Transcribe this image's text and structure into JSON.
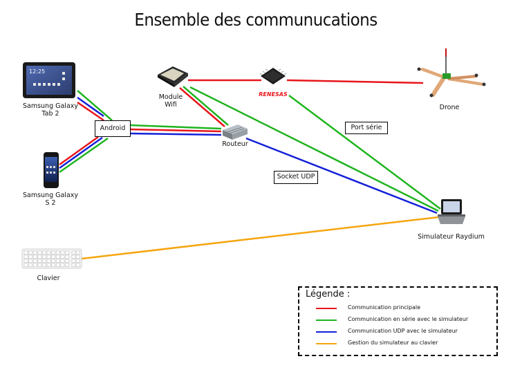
{
  "title": "Ensemble des communucations",
  "nodes": {
    "tablet": "Samsung Galaxy\nTab 2",
    "phone": "Samsung Galaxy\nS 2",
    "wifi_module": "Module\nWifi",
    "renesas": "RENESAS",
    "drone": "Drone",
    "router": "Routeur",
    "simulator": "Simulateur Raydium",
    "keyboard": "Clavier",
    "android_box": "Android",
    "serial_box": "Port série",
    "udp_box": "Socket UDP",
    "tablet_screen_time": "12:25"
  },
  "legend": {
    "title": "Légende :",
    "items": [
      {
        "color": "#e8151b",
        "label": "Communication principale"
      },
      {
        "color": "#1fb41f",
        "label": "Communication en série avec le simulateur"
      },
      {
        "color": "#1320d8",
        "label": "Communication UDP avec le simulateur"
      },
      {
        "color": "#f5a50e",
        "label": "Gestion du simulateur au clavier"
      }
    ]
  },
  "colors": {
    "principal": "#e8151b",
    "serie": "#1fb41f",
    "udp": "#1320d8",
    "clavier": "#f5a50e"
  }
}
